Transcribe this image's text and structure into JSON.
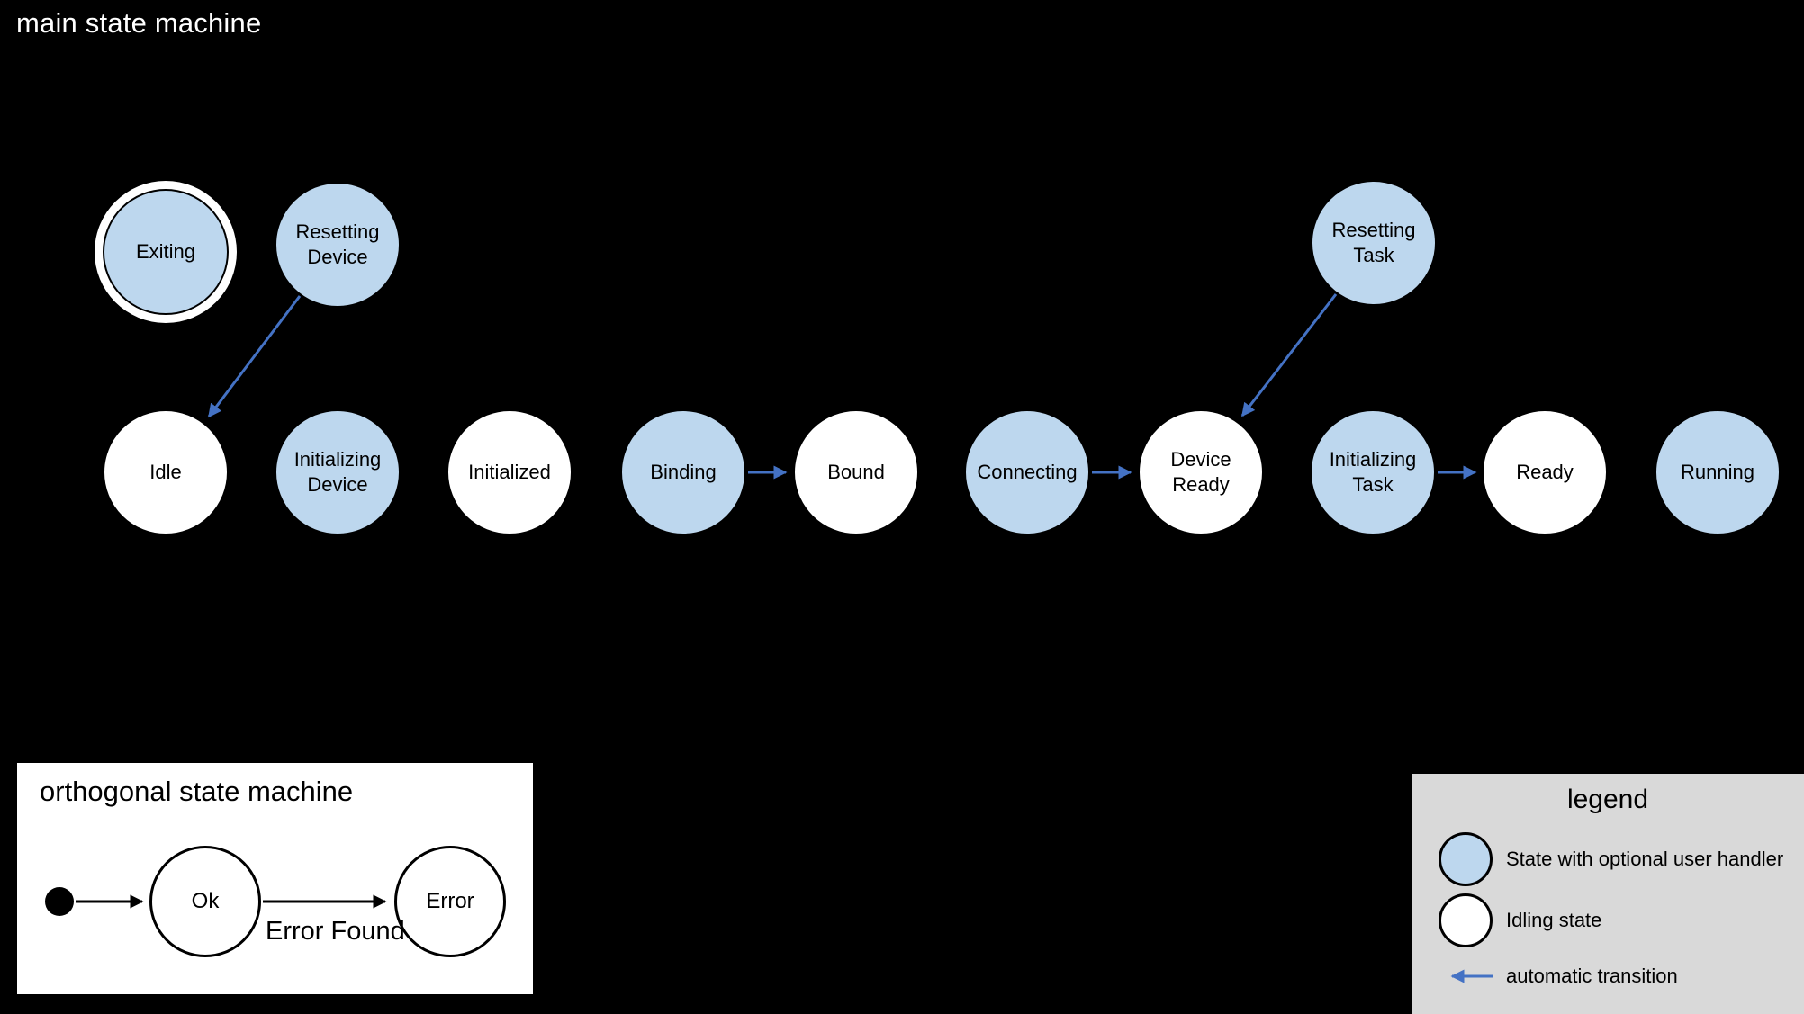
{
  "title": "main state machine",
  "colors": {
    "background": "#000000",
    "handler_state_fill": "#bdd7ee",
    "idling_state_fill": "#ffffff",
    "automatic_transition_blue": "#4472c4",
    "legend_background": "#d9d9d9"
  },
  "states": [
    {
      "id": "exiting",
      "label": "Exiting",
      "type": "handler",
      "final": true
    },
    {
      "id": "resetting-device",
      "label": "Resetting Device",
      "type": "handler",
      "final": false
    },
    {
      "id": "idle",
      "label": "Idle",
      "type": "idling",
      "final": false
    },
    {
      "id": "initializing-device",
      "label": "Initializing Device",
      "type": "handler",
      "final": false
    },
    {
      "id": "initialized",
      "label": "Initialized",
      "type": "idling",
      "final": false
    },
    {
      "id": "binding",
      "label": "Binding",
      "type": "handler",
      "final": false
    },
    {
      "id": "bound",
      "label": "Bound",
      "type": "idling",
      "final": false
    },
    {
      "id": "connecting",
      "label": "Connecting",
      "type": "handler",
      "final": false
    },
    {
      "id": "device-ready",
      "label": "Device Ready",
      "type": "idling",
      "final": false
    },
    {
      "id": "initializing-task",
      "label": "Initializing Task",
      "type": "handler",
      "final": false
    },
    {
      "id": "ready",
      "label": "Ready",
      "type": "idling",
      "final": false
    },
    {
      "id": "running",
      "label": "Running",
      "type": "handler",
      "final": false
    },
    {
      "id": "resetting-task",
      "label": "Resetting Task",
      "type": "handler",
      "final": false
    }
  ],
  "transitions": [
    {
      "from": "resetting-device",
      "to": "idle",
      "style": "automatic"
    },
    {
      "from": "binding",
      "to": "bound",
      "style": "automatic"
    },
    {
      "from": "connecting",
      "to": "device-ready",
      "style": "automatic"
    },
    {
      "from": "initializing-task",
      "to": "ready",
      "style": "automatic"
    },
    {
      "from": "resetting-task",
      "to": "device-ready",
      "style": "automatic"
    }
  ],
  "orthogonal": {
    "title": "orthogonal state machine",
    "states": [
      {
        "id": "ok",
        "label": "Ok"
      },
      {
        "id": "error",
        "label": "Error"
      }
    ],
    "transition_label": "Error Found"
  },
  "legend": {
    "title": "legend",
    "items": [
      {
        "label": "State with optional user handler",
        "symbol": "blue-state-circle"
      },
      {
        "label": "Idling state",
        "symbol": "white-state-circle"
      },
      {
        "label": "automatic transition",
        "symbol": "blue-arrow"
      }
    ]
  }
}
